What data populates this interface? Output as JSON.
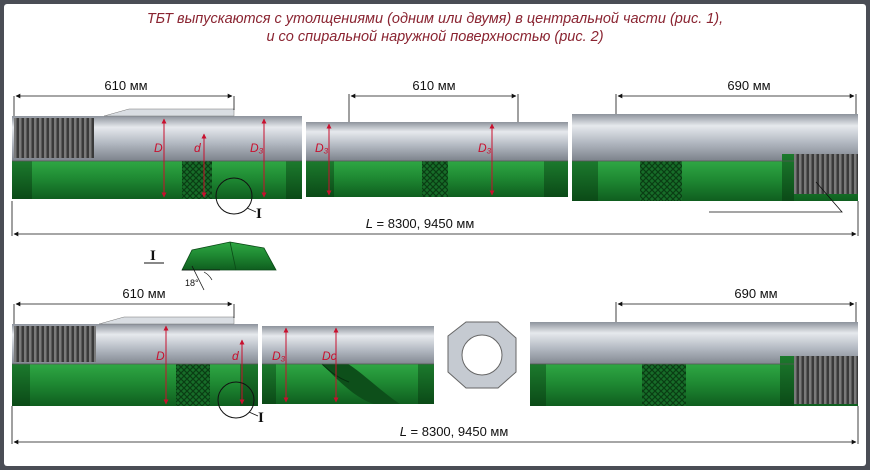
{
  "caption": {
    "line1": "ТБТ выпускаются с утолщениями (одним или двумя) в центральной части (рис. 1),",
    "line2": "и со спиральной наружной поверхностью (рис. 2)"
  },
  "figure1": {
    "dim_left": "610 мм",
    "dim_middle": "610 мм",
    "dim_right": "690 мм",
    "total_length_label": "L",
    "total_length_value": " = 8300,  9450 мм",
    "labels": {
      "D_outer": "D",
      "d_inner": "d",
      "D_upset1": "D₃",
      "D_upset2": "D₃",
      "D_upset3": "D₃"
    },
    "detail_marker": "I"
  },
  "detail": {
    "marker": "I",
    "angle": "18°"
  },
  "figure2": {
    "dim_left": "610 мм",
    "dim_right": "690 мм",
    "total_length_label": "L",
    "total_length_value": " = 8300,  9450 мм",
    "labels": {
      "D_outer": "D",
      "d_inner": "d",
      "D_upset": "D₃",
      "D_spiral": "Dс"
    },
    "detail_marker": "I"
  },
  "colors": {
    "caption": "#8a2431",
    "steel": "#b9bfc8",
    "green": "#1f8a33",
    "green_dark": "#0e5a1c",
    "thread": "#2b2b2b",
    "label_red": "#c8102e"
  }
}
